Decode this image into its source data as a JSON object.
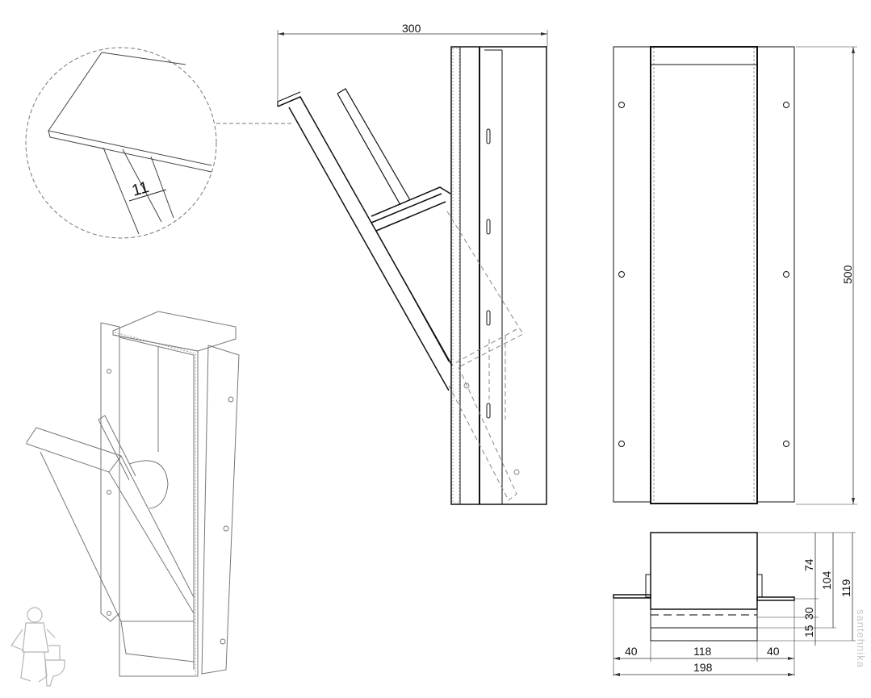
{
  "dimensions": {
    "side_width": "300",
    "front_height": "500",
    "detail_thickness": "11",
    "top_depth_74": "74",
    "top_depth_104": "104",
    "top_depth_119": "119",
    "top_30": "30",
    "top_15": "15",
    "bottom_left_flange": "40",
    "bottom_body": "118",
    "bottom_right_flange": "40",
    "bottom_total": "198"
  },
  "watermark": {
    "text": "santehnika"
  },
  "colors": {
    "line": "#111111",
    "thin_line": "#333333",
    "hidden_line": "#888888",
    "iso_line": "#777777",
    "hatch": "#9a9a9a"
  }
}
